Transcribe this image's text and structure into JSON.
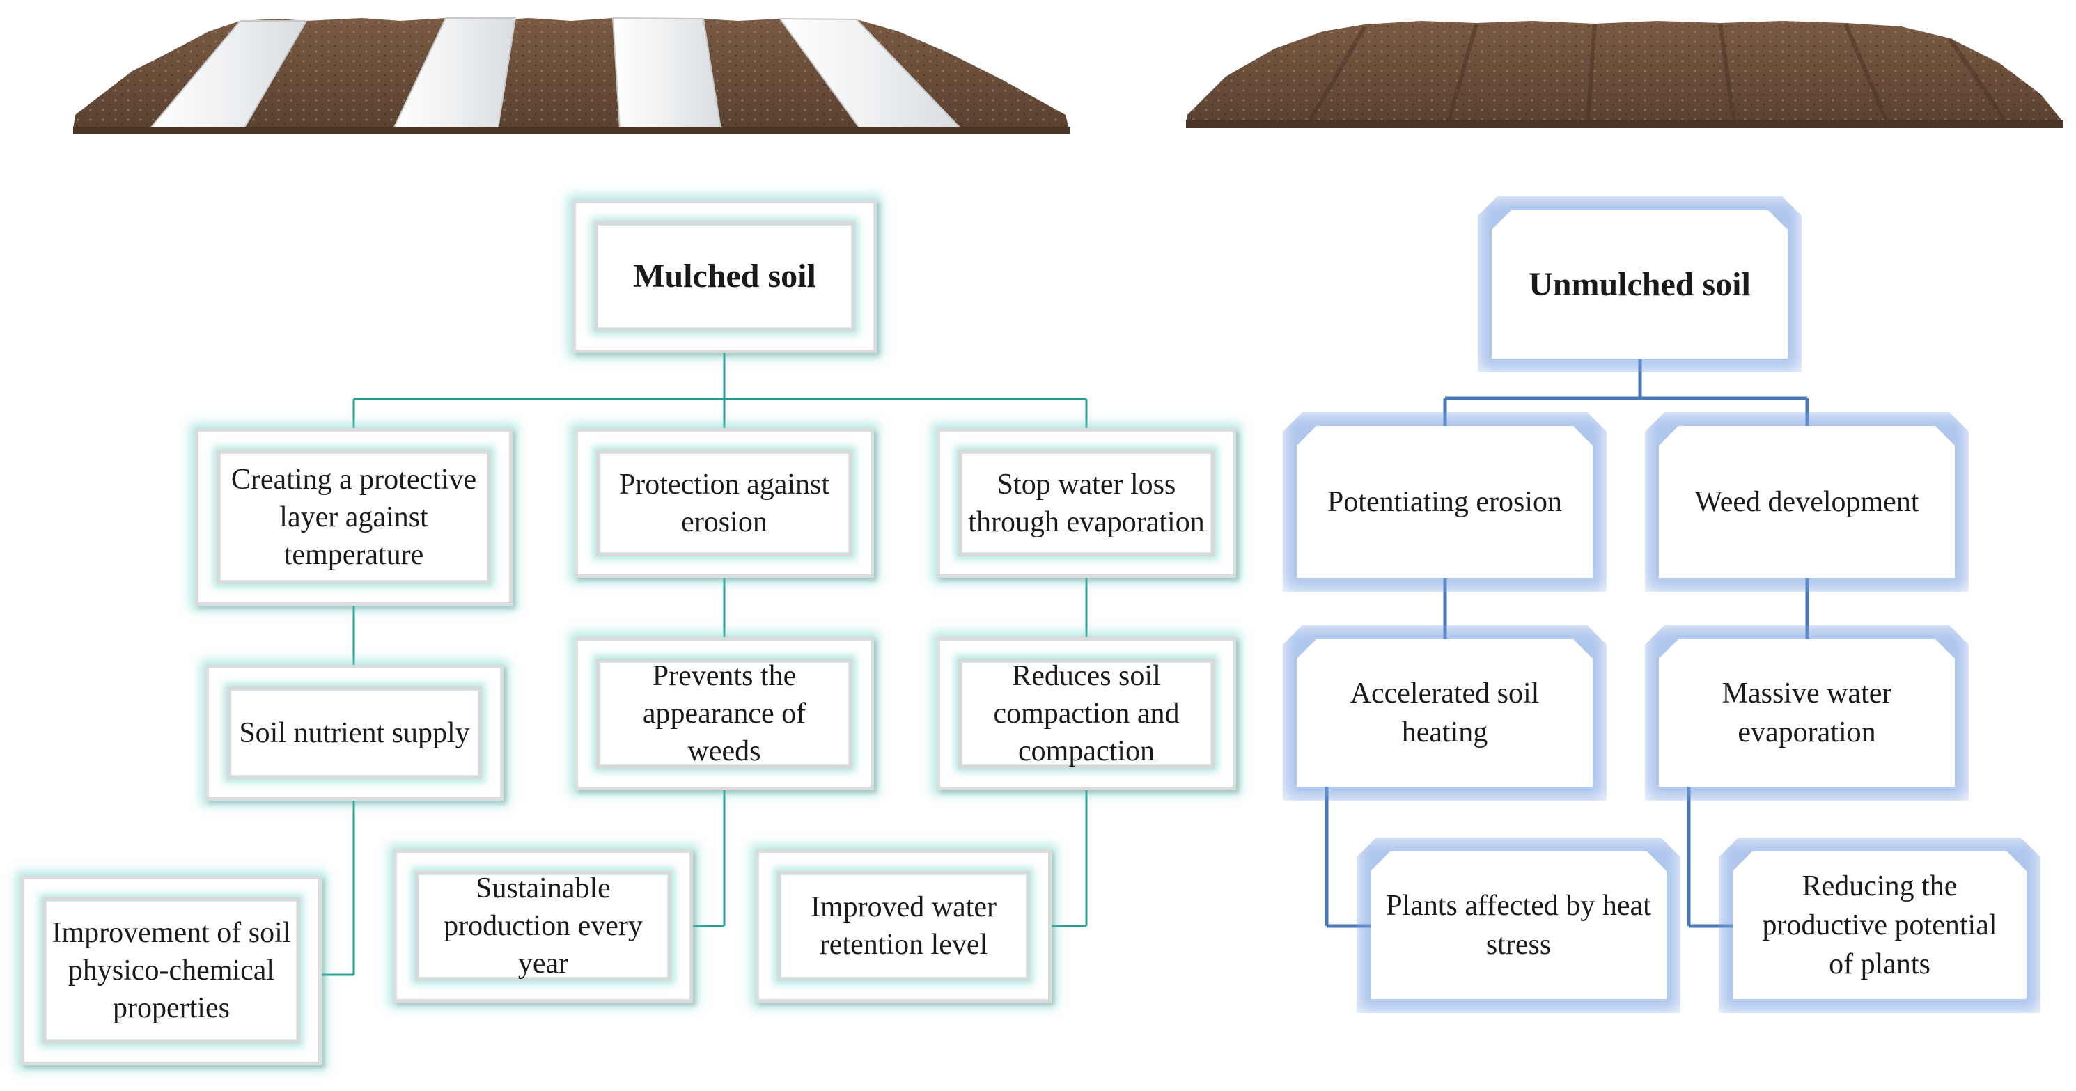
{
  "mulched": {
    "root": "Mulched soil",
    "b1": "Creating a protective layer against temperature",
    "b2": "Protection against erosion",
    "b3": "Stop water loss through evaporation",
    "b4": "Soil nutrient supply",
    "b5": "Prevents the appearance of weeds",
    "b6": "Reduces soil compaction and compaction",
    "b7": "Improvement of soil physico-chemical properties",
    "b8": "Sustainable production every year",
    "b9": "Improved water retention level"
  },
  "unmulched": {
    "root": "Unmulched soil",
    "b1": "Potentiating erosion",
    "b2": "Weed development",
    "b3": "Accelerated soil heating",
    "b4": "Massive water evaporation",
    "b5": "Plants affected by heat stress",
    "b6": "Reducing the productive potential of plants"
  },
  "colors": {
    "teal_connector": "#2a9e93",
    "blue_connector": "#4a78b8",
    "soil": "#6b4f3c",
    "plastic": "#e9ecef"
  }
}
